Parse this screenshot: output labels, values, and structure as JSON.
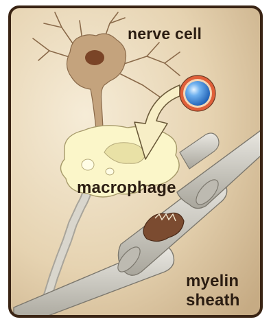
{
  "labels": {
    "nerve_cell": "nerve cell",
    "macrophage": "macrophage",
    "myelin_line1": "myelin",
    "myelin_line2": "sheath"
  },
  "colors": {
    "frame": "#3a2414",
    "background_light": "#f3e7cf",
    "background_dark": "#cbb28c",
    "neuron": "#c2a27d",
    "nucleus": "#7a4427",
    "macrophage": "#fbf6c9",
    "myelin": "#c7c5bd",
    "particle_blue": "#2e7fd8",
    "particle_ring": "#e0603a",
    "arrow": "#f7eec6",
    "debris": "#7a4a30"
  }
}
